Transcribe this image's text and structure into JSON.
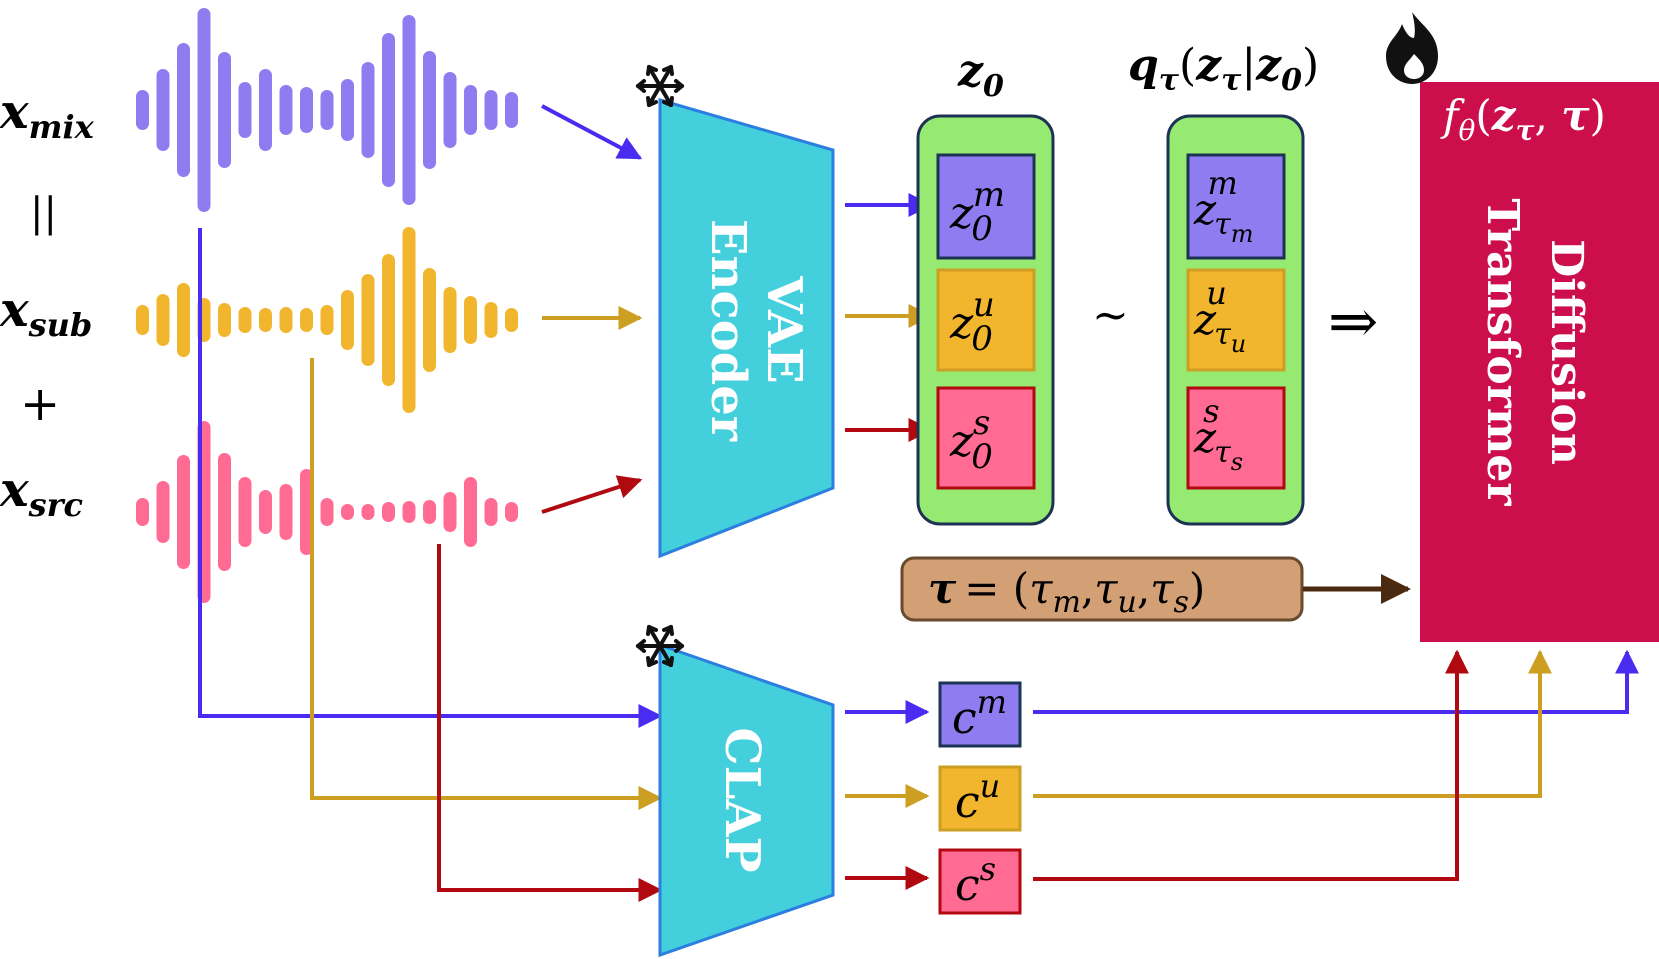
{
  "colors": {
    "mix": "#8e7cf0",
    "sub": "#f2b52e",
    "src": "#ff6b93",
    "mix_line": "#4a2cf0",
    "sub_line": "#cc9e22",
    "src_line": "#b00a10",
    "tau_line": "#4a2a10",
    "encoder_fill": "#44cfdc",
    "encoder_stroke": "#2b7fe0",
    "latent_panel": "#96ea72",
    "latent_panel_stroke": "#1c3353",
    "dit_fill": "#cc0f4c",
    "tau_fill": "#d39f75",
    "tau_stroke": "#6a4a2c"
  },
  "inputs": {
    "mix": {
      "base": "x",
      "sub": "mix"
    },
    "eq_symbol": "||",
    "sub": {
      "base": "x",
      "sub": "sub"
    },
    "plus_symbol": "+",
    "src": {
      "base": "x",
      "sub": "src"
    }
  },
  "vae": {
    "line1": "VAE",
    "line2": "Encoder",
    "frozen_icon": "snowflake-icon"
  },
  "clap": {
    "label": "CLAP",
    "frozen_icon": "snowflake-icon"
  },
  "z0": {
    "title": "z",
    "title_sub": "0",
    "items": [
      {
        "base": "z",
        "sub": "0",
        "sup": "m"
      },
      {
        "base": "z",
        "sub": "0",
        "sup": "u"
      },
      {
        "base": "z",
        "sub": "0",
        "sup": "s"
      }
    ]
  },
  "q": {
    "title_q": "q",
    "title_tau": "τ",
    "title_rest_open": "(",
    "title_z": "z",
    "title_bar": "|",
    "title_z0": "z",
    "title_z0_sub": "0",
    "title_close": ")",
    "items": [
      {
        "base": "z",
        "sup": "m",
        "sub": "τ",
        "subsub": "m"
      },
      {
        "base": "z",
        "sup": "u",
        "sub": "τ",
        "subsub": "u"
      },
      {
        "base": "z",
        "sup": "s",
        "sub": "τ",
        "subsub": "s"
      }
    ]
  },
  "tilde": "~",
  "implies": "⇒",
  "tau": {
    "lhs": "τ",
    "eq": "= (",
    "t1": "τ",
    "s1": "m",
    "c1": ",",
    "t2": "τ",
    "s2": "u",
    "c2": ",",
    "t3": "τ",
    "s3": "s",
    "close": ")"
  },
  "dit": {
    "f": "f",
    "theta": "θ",
    "args_open": "(",
    "z": "z",
    "z_sub": "τ",
    "comma": ", ",
    "tau": "τ",
    "args_close": ")",
    "line1": "Transformer",
    "line2": "Diffusion",
    "trainable_icon": "flame-icon"
  },
  "conditions": [
    {
      "base": "c",
      "sup": "m"
    },
    {
      "base": "c",
      "sup": "u"
    },
    {
      "base": "c",
      "sup": "s"
    }
  ]
}
